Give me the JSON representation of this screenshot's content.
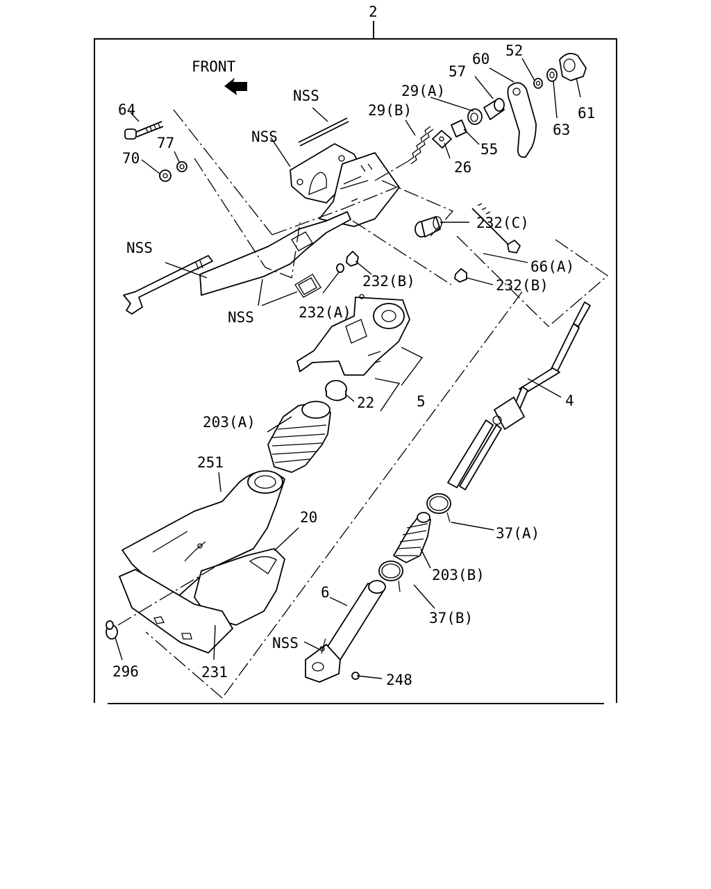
{
  "title": "2",
  "front_label": "FRONT",
  "labels": {
    "p64": "64",
    "p77": "77",
    "p70": "70",
    "nss_rod": "NSS",
    "nss_bracket": "NSS",
    "p29a": "29(A)",
    "p29b": "29(B)",
    "p57": "57",
    "p60": "60",
    "p52": "52",
    "p61": "61",
    "p63": "63",
    "p55": "55",
    "p26": "26",
    "p232c": "232(C)",
    "p66a": "66(A)",
    "p232b_right": "232(B)",
    "p232b_mid": "232(B)",
    "p232a": "232(A)",
    "nss_left": "NSS",
    "nss_lower": "NSS",
    "p22": "22",
    "p5": "5",
    "p4": "4",
    "p203a": "203(A)",
    "p251": "251",
    "p20": "20",
    "p37a": "37(A)",
    "p203b": "203(B)",
    "p6": "6",
    "p37b": "37(B)",
    "nss_shaft": "NSS",
    "p248": "248",
    "p296": "296",
    "p231": "231"
  },
  "colors": {
    "line": "#000000",
    "background": "#ffffff"
  },
  "icons": {
    "front_arrow": "arrow-icon"
  }
}
